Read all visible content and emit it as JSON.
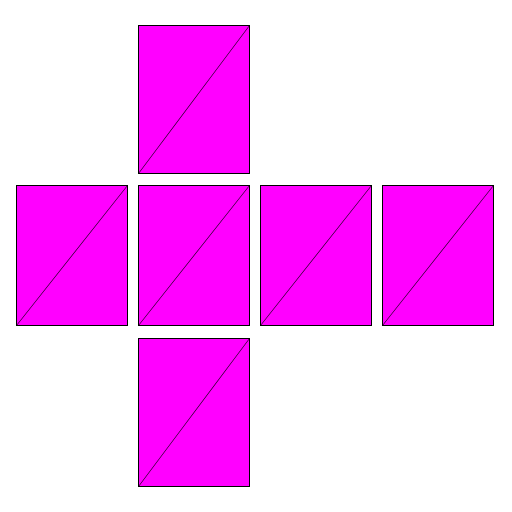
{
  "diagram": {
    "type": "cube-net",
    "face_color": "#ff00ff",
    "edge_color": "#000000",
    "diagonal_color": "#000000",
    "faces": [
      {
        "id": "top",
        "diagonal": "bottom-left-to-top-right"
      },
      {
        "id": "left",
        "diagonal": "bottom-left-to-top-right"
      },
      {
        "id": "center",
        "diagonal": "bottom-left-to-top-right"
      },
      {
        "id": "right",
        "diagonal": "bottom-left-to-top-right"
      },
      {
        "id": "far-right",
        "diagonal": "bottom-left-to-top-right"
      },
      {
        "id": "bottom",
        "diagonal": "bottom-left-to-top-right"
      }
    ]
  }
}
